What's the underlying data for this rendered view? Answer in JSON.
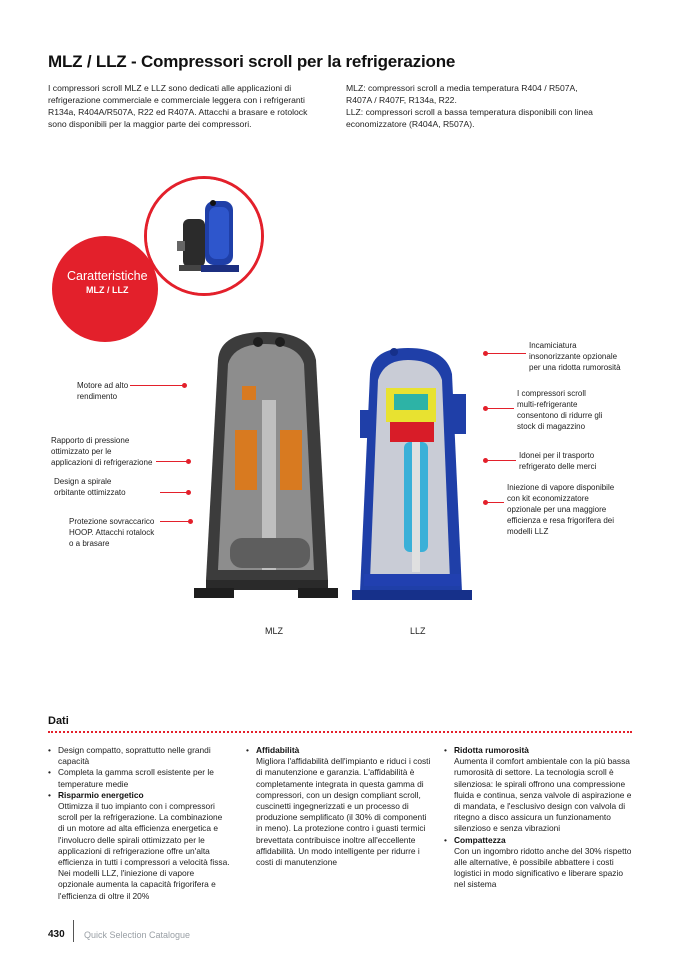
{
  "title": "MLZ / LLZ - Compressori scroll per la refrigerazione",
  "intro": {
    "left": "I compressori scroll MLZ e LLZ sono dedicati alle applicazioni di refrigerazione commerciale e commerciale leggera con i refrigeranti R134a, R404A/R507A, R22 ed R407A. Attacchi a brasare e rotolock sono disponibili per la maggior parte dei compressori.",
    "right": "MLZ: compressori scroll a media temperatura R404 / R507A,\nR407A / R407F, R134a, R22.\nLLZ: compressori scroll a bassa temperatura disponibili con linea\neconomizzatore (R404A, R507A)."
  },
  "features": {
    "title": "Caratteristiche",
    "subtitle": "MLZ / LLZ"
  },
  "callouts_left": [
    "Motore ad alto\nrendimento",
    "Rapporto di pressione\nottimizzato per le\napplicazioni di refrigerazione",
    "Design a spirale\norbitante ottimizzato",
    "Protezione sovraccarico\nHOOP. Attacchi rotalock\no a brasare"
  ],
  "callouts_right": [
    "Incamiciatura\ninsonorizzante opzionale\nper una ridotta rumorosità",
    "I compressori scroll\nmulti-refrigerante\nconsentono di ridurre gli\nstock di magazzino",
    "Idonei per il trasporto\nrefrigerato delle merci",
    "Iniezione di vapore disponibile\ncon kit economizzatore\nopzionale per una maggiore\nefficienza e resa frigorifera dei\nmodelli LLZ"
  ],
  "captions": {
    "mlz": "MLZ",
    "llz": "LLZ"
  },
  "dati": {
    "heading": "Dati",
    "col1": [
      {
        "label": "Design compatto, soprattutto nelle grandi capacità",
        "bold": false,
        "desc": ""
      },
      {
        "label": "Completa la gamma scroll esistente per le temperature medie",
        "bold": false,
        "desc": ""
      },
      {
        "label": "Risparmio energetico",
        "bold": true,
        "desc": "Ottimizza il tuo impianto con i compressori scroll per la refrigerazione. La combinazione di un motore ad alta efficienza energetica e l'involucro delle spirali ottimizzato per le applicazioni di refrigerazione offre un'alta efficienza in tutti i compressori a velocità fissa. Nei modelli LLZ, l'iniezione di vapore opzionale aumenta la capacità frigorifera e l'efficienza di oltre il 20%"
      }
    ],
    "col2": [
      {
        "label": "Affidabilità",
        "bold": true,
        "desc": "Migliora l'affidabilità dell'impianto e riduci i costi di manutenzione e garanzia. L'affidabilità è completamente integrata in questa gamma di compressori, con un design compliant scroll, cuscinetti ingegnerizzati e un processo di produzione semplificato (il 30% di componenti in meno). La protezione contro i guasti termici brevettata contribuisce inoltre all'eccellente affidabilità. Un modo intelligente per ridurre i costi di manutenzione"
      }
    ],
    "col3": [
      {
        "label": "Ridotta rumorosità",
        "bold": true,
        "desc": "Aumenta il comfort ambientale con la più bassa rumorosità di settore. La tecnologia scroll è silenziosa: le spirali offrono una compressione fluida e continua, senza valvole di aspirazione e di mandata, e l'esclusivo design con valvola di ritegno a disco assicura un funzionamento silenzioso e senza vibrazioni"
      },
      {
        "label": "Compattezza",
        "bold": true,
        "desc": "Con un ingombro ridotto anche del 30% rispetto alle alternative, è possibile abbattere i costi logistici in modo significativo e liberare spazio nel sistema"
      }
    ]
  },
  "footer": {
    "page": "430",
    "text": "Quick Selection Catalogue"
  },
  "colors": {
    "accent": "#e3202b",
    "compressor_blue": "#1f3fa8",
    "muted": "#9aa0a6"
  }
}
